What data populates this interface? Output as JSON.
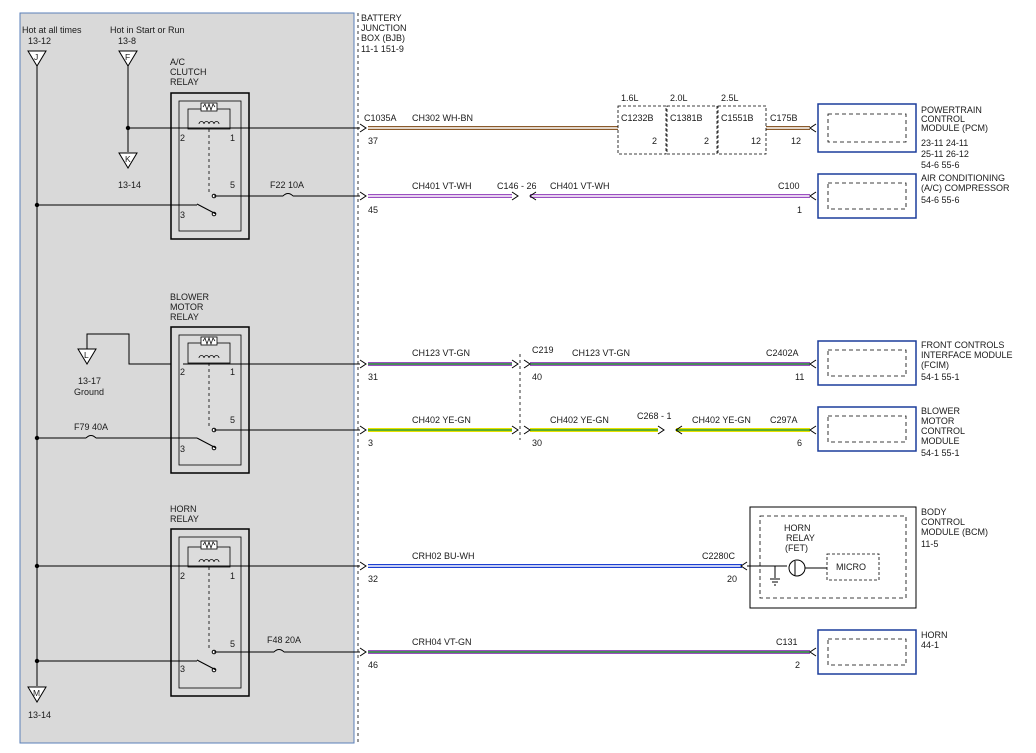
{
  "bjb": {
    "title_lines": [
      "BATTERY",
      "JUNCTION",
      "BOX (BJB)"
    ],
    "refs": "11-1   151-9"
  },
  "feeds": {
    "hot_at_all_times": {
      "label": "Hot at all times",
      "ref": "13-12",
      "letter": "J"
    },
    "hot_in_start_run": {
      "label": "Hot in Start or Run",
      "ref": "13-8",
      "letter": "F"
    },
    "k_connector": {
      "letter": "K",
      "ref": "13-14"
    },
    "m_connector": {
      "letter": "M",
      "ref": "13-14"
    },
    "ground": {
      "letter": "L",
      "ref": "13-17",
      "label": "Ground"
    }
  },
  "relays": {
    "ac_clutch": {
      "name_lines": [
        "A/C",
        "CLUTCH",
        "RELAY"
      ],
      "pin_a": "2",
      "pin_b": "1",
      "pin_c": "5",
      "pin_d": "3"
    },
    "blower_motor": {
      "name_lines": [
        "BLOWER",
        "MOTOR",
        "RELAY"
      ],
      "pin_a": "2",
      "pin_b": "1",
      "pin_c": "5",
      "pin_d": "3"
    },
    "horn": {
      "name_lines": [
        "HORN",
        "RELAY"
      ],
      "pin_a": "2",
      "pin_b": "1",
      "pin_c": "5",
      "pin_d": "3"
    }
  },
  "fuses": {
    "f22": {
      "id": "F22",
      "rating": "10A"
    },
    "f79": {
      "id": "F79",
      "rating": "40A"
    },
    "f48": {
      "id": "F48",
      "rating": "20A"
    }
  },
  "engine_variants": {
    "v16": {
      "label": "1.6L",
      "connector": "C1232B",
      "pin": "2"
    },
    "v20": {
      "label": "2.0L",
      "connector": "C1381B",
      "pin": "2"
    },
    "v25": {
      "label": "2.5L",
      "connector": "C1551B",
      "pin": "12"
    }
  },
  "circuits": {
    "ch302": {
      "bjb_conn": "C1035A",
      "bjb_pin": "37",
      "circuit": "CH302",
      "color": "WH-BN",
      "end_conn": "C175B",
      "end_pin": "12"
    },
    "ch401": {
      "bjb_pin": "45",
      "circuit": "CH401",
      "color": "VT-WH",
      "inline_conn": "C146 - 26",
      "circuit2": "CH401",
      "color2": "VT-WH",
      "end_conn": "C100",
      "end_pin": "1"
    },
    "ch123": {
      "bjb_pin": "31",
      "circuit": "CH123",
      "color": "VT-GN",
      "splice_conn": "C219",
      "splice_pin": "40",
      "circuit2": "CH123",
      "color2": "VT-GN",
      "end_conn": "C2402A",
      "end_pin": "11"
    },
    "ch402": {
      "bjb_pin": "3",
      "circuit": "CH402",
      "color": "YE-GN",
      "splice_pin": "30",
      "circuit2": "CH402",
      "color2": "YE-GN",
      "inline_conn": "C268 - 1",
      "circuit3": "CH402",
      "color3": "YE-GN",
      "end_conn": "C297A",
      "end_pin": "6"
    },
    "crh02": {
      "bjb_pin": "32",
      "circuit": "CRH02",
      "color": "BU-WH",
      "end_conn": "C2280C",
      "end_pin": "20"
    },
    "crh04": {
      "bjb_pin": "46",
      "circuit": "CRH04",
      "color": "VT-GN",
      "end_conn": "C131",
      "end_pin": "2"
    }
  },
  "modules": {
    "pcm": {
      "name_lines": [
        "POWERTRAIN",
        "CONTROL",
        "MODULE (PCM)"
      ],
      "ref_lines": [
        "23-11  24-11",
        "25-11  26-12",
        "54-6   55-6"
      ]
    },
    "ac_compressor": {
      "name_lines": [
        "AIR CONDITIONING",
        "(A/C) COMPRESSOR"
      ],
      "ref_lines": [
        "54-6   55-6"
      ]
    },
    "fcim": {
      "name_lines": [
        "FRONT CONTROLS",
        "INTERFACE MODULE",
        "(FCIM)"
      ],
      "ref_lines": [
        "54-1   55-1"
      ]
    },
    "blower_module": {
      "name_lines": [
        "BLOWER",
        "MOTOR",
        "CONTROL",
        "MODULE"
      ],
      "ref_lines": [
        "54-1   55-1"
      ]
    },
    "bcm": {
      "name_lines": [
        "BODY",
        "CONTROL",
        "MODULE (BCM)"
      ],
      "ref_lines": [
        "11-5"
      ],
      "inner_lines": [
        "HORN",
        "RELAY",
        "(FET)"
      ],
      "micro": "MICRO"
    },
    "horn": {
      "name_lines": [
        "HORN"
      ],
      "ref_lines": [
        "44-1"
      ]
    }
  },
  "wire_colors": {
    "VT": "#9b4fc0",
    "WH": "#ffffff",
    "BN": "#8a5a2b",
    "GN": "#2e9e3a",
    "YE": "#e8e200",
    "BU": "#1d3fd0"
  }
}
